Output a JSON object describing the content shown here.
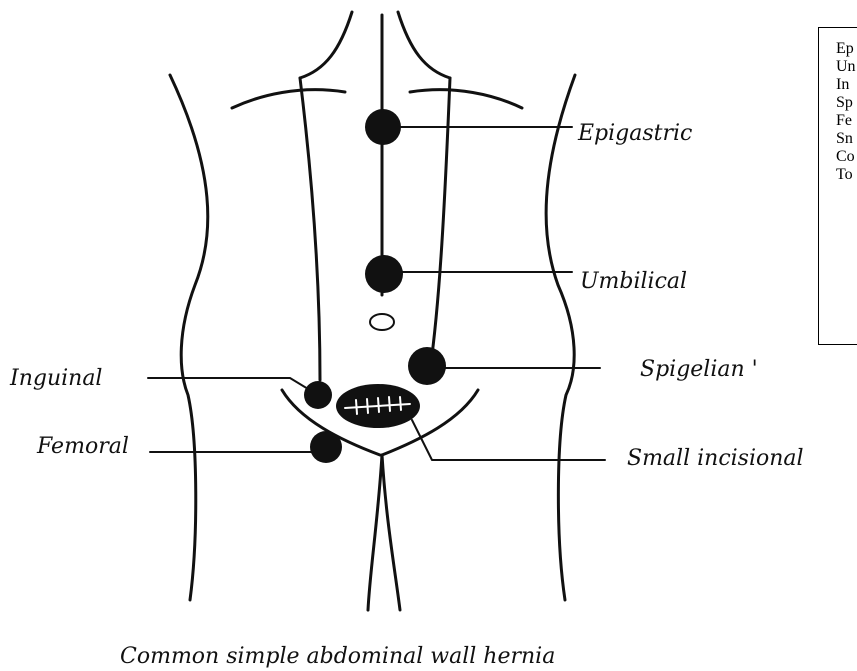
{
  "labels": {
    "epigastric": "Epigastric",
    "umbilical": "Umbilical",
    "inguinal": "Inguinal",
    "spigelian": "Spigelian '",
    "femoral": "Femoral",
    "small_incisional": "Small incisional"
  },
  "caption": "Common simple abdominal wall hernia",
  "legend": {
    "items": [
      "Ep",
      "Un",
      "In",
      "Sp",
      "Fe",
      "Sn",
      "Co",
      "To"
    ]
  },
  "colors": {
    "ink": "#111111",
    "background": "#ffffff"
  }
}
